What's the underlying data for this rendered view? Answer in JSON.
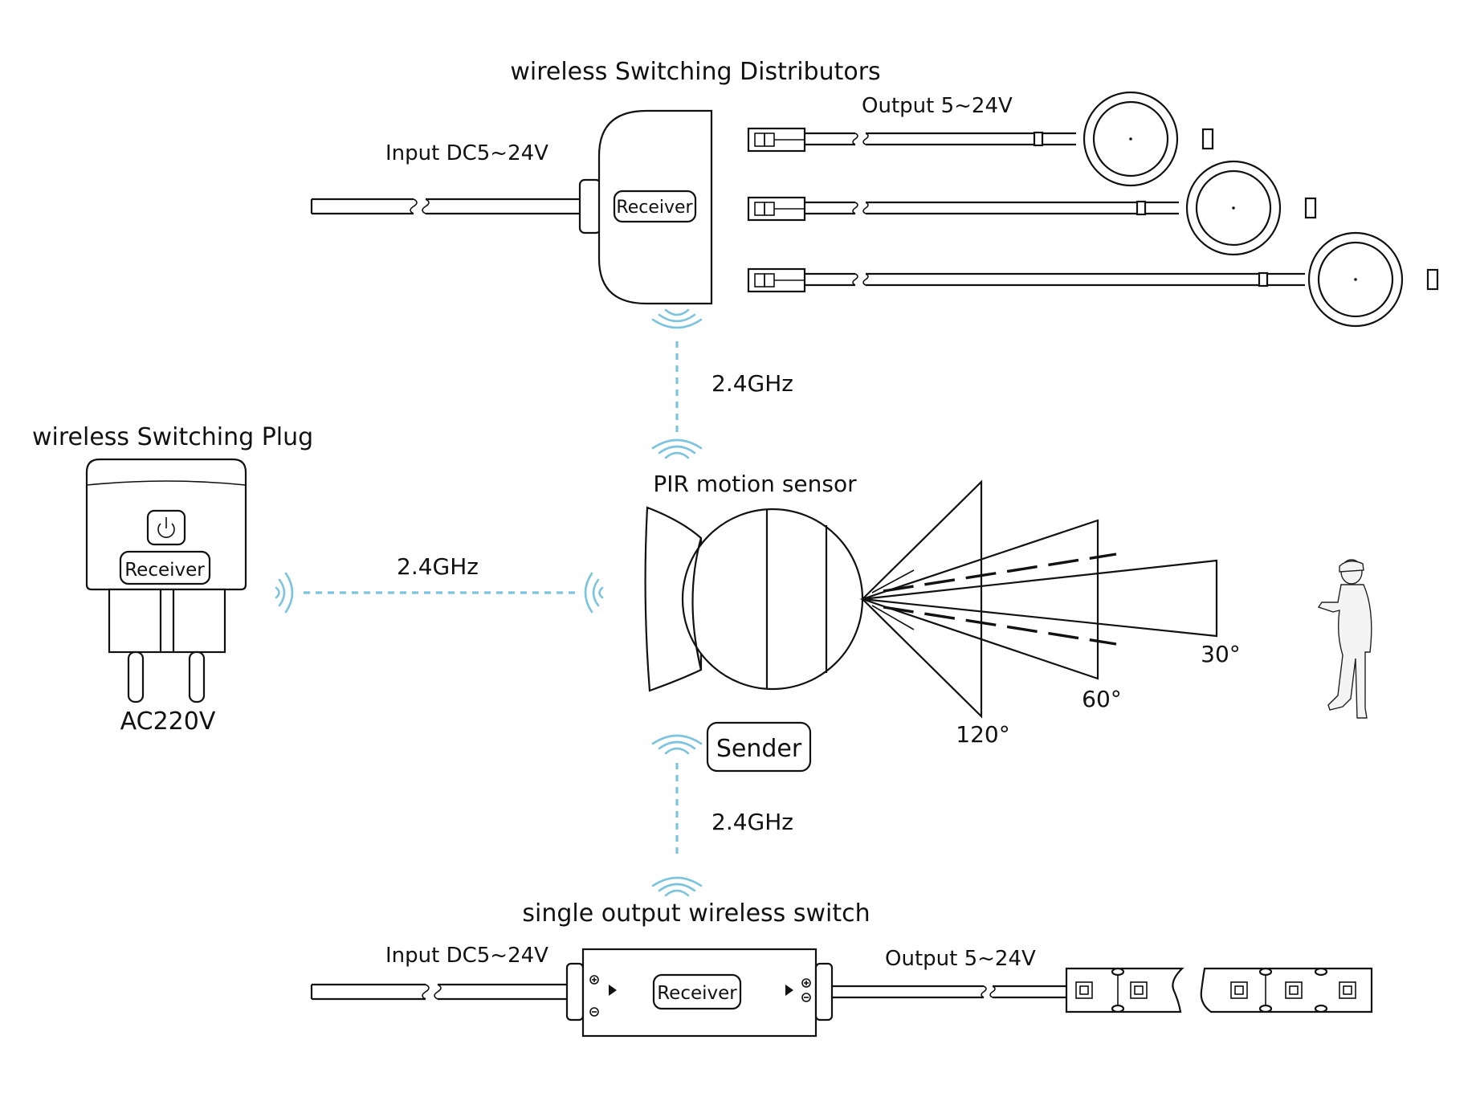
{
  "distributor": {
    "title": "wireless Switching Distributors",
    "input_label": "Input DC5~24V",
    "output_label": "Output 5~24V",
    "receiver_label": "Receiver"
  },
  "plug": {
    "title": "wireless Switching Plug",
    "receiver_label": "Receiver",
    "voltage_label": "AC220V"
  },
  "sensor": {
    "title": "PIR motion sensor",
    "sender_label": "Sender",
    "angles": [
      "120°",
      "60°",
      "30°"
    ]
  },
  "single_switch": {
    "title": "single output wireless switch",
    "input_label": "Input DC5~24V",
    "output_label": "Output 5~24V",
    "receiver_label": "Receiver"
  },
  "links": {
    "top": "2.4GHz",
    "left": "2.4GHz",
    "bottom": "2.4GHz"
  },
  "colors": {
    "signal": "#7cc4de",
    "line": "#111111"
  }
}
